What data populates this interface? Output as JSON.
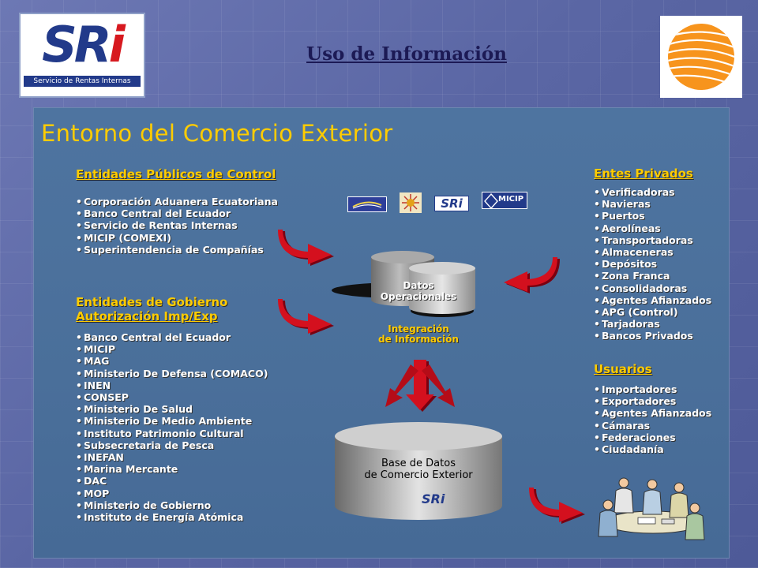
{
  "header": {
    "title": "Uso de Información",
    "logo_left": {
      "text": "SRi",
      "tagline": "Servicio de Rentas Internas"
    }
  },
  "panel": {
    "title": "Entorno del Comercio Exterior"
  },
  "publicos": {
    "heading": "Entidades Públicos de Control",
    "items": [
      "Corporación Aduanera Ecuatoriana",
      "Banco Central del Ecuador",
      "Servicio de Rentas Internas",
      "MICIP (COMEXI)",
      "Superintendencia de Compañías"
    ]
  },
  "gobierno": {
    "heading_line1": "Entidades de Gobierno",
    "heading_line2": "Autorización Imp/Exp",
    "items": [
      "Banco Central del Ecuador",
      "MICIP",
      "MAG",
      "Ministerio De Defensa (COMACO)",
      "INEN",
      "CONSEP",
      "Ministerio De Salud",
      "Ministerio De Medio Ambiente",
      "Instituto Patrimonio Cultural",
      "Subsecretaria de Pesca",
      "INEFAN",
      "Marina Mercante",
      "DAC",
      "MOP",
      "Ministerio de Gobierno",
      "Instituto de Energía Atómica"
    ]
  },
  "privados": {
    "heading": "Entes Privados",
    "items": [
      "Verificadoras",
      "Navieras",
      "Puertos",
      "Aerolíneas",
      "Transportadoras",
      "Almaceneras",
      "Depósitos",
      "Zona Franca",
      "Consolidadoras",
      "Agentes Afianzados",
      "APG (Control)",
      "Tarjadoras",
      "Bancos Privados"
    ]
  },
  "usuarios": {
    "heading": "Usuarios",
    "items": [
      "Importadores",
      "Exportadores",
      "Agentes Afianzados",
      "Cámaras",
      "Federaciones",
      "Ciudadanía"
    ]
  },
  "center": {
    "datos_line1": "Datos",
    "datos_line2": "Operacionales",
    "integracion_line1": "Integración",
    "integracion_line2": "de Información",
    "db_line1": "Base de Datos",
    "db_line2": "de Comercio Exterior",
    "db_logo": "SRi"
  },
  "mini_logos": {
    "sri": "SRi",
    "micip": "MICIP"
  },
  "colors": {
    "heading": "#ffcc00",
    "arrow": "#cc0011",
    "panel": "#4b709b"
  }
}
